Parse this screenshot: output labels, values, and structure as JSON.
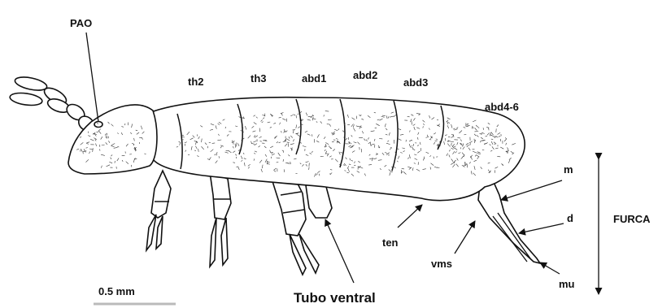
{
  "labels": {
    "pao": "PAO",
    "th2": "th2",
    "th3": "th3",
    "abd1": "abd1",
    "abd2": "abd2",
    "abd3": "abd3",
    "abd4_6": "abd4-6",
    "m": "m",
    "d": "d",
    "furca": "FURCA",
    "ten": "ten",
    "vms": "vms",
    "mu": "mu",
    "tubo_ventral": "Tubo ventral",
    "scale": "0.5 mm"
  },
  "colors": {
    "ink": "#111111",
    "background": "#ffffff"
  }
}
